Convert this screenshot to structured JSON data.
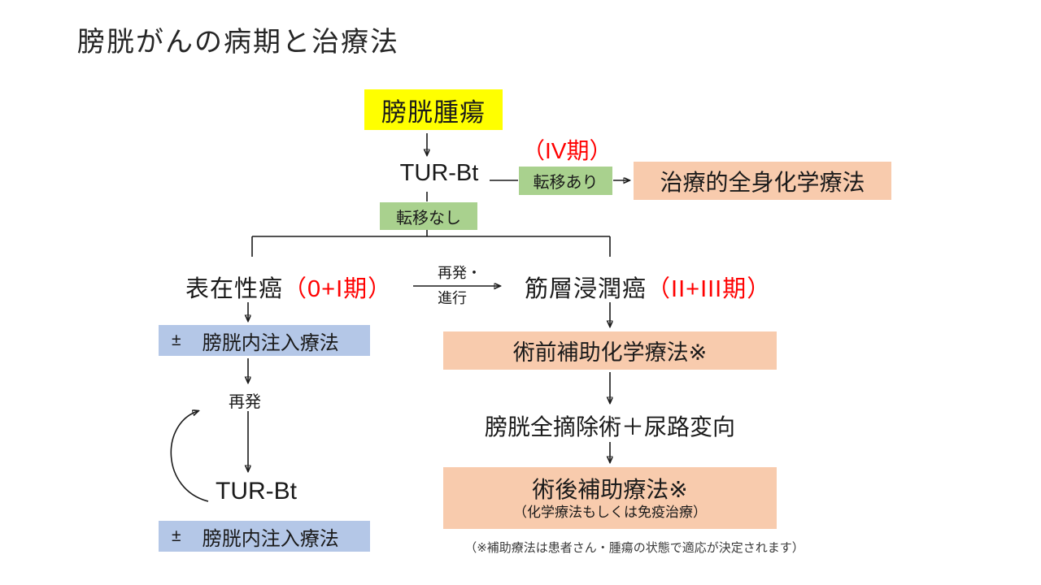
{
  "title": "膀胱がんの病期と治療法",
  "colors": {
    "highlight_yellow": "#FFFF00",
    "node_green": "#A9D18E",
    "node_orange": "#F8CBAD",
    "node_blue": "#B4C7E7",
    "stage_red": "#FF0000",
    "line_black": "#1a1a1a"
  },
  "flow": {
    "tumor": "膀胱腫瘍",
    "tur_bt_primary": "TUR-Bt",
    "stage_iv": "（IV期）",
    "metastasis_yes": "転移あり",
    "systemic_chemo": "治療的全身化学療法",
    "metastasis_no": "転移なし",
    "superficial_name": "表在性癌",
    "superficial_stage": "（0+I期）",
    "recurrence_line1": "再発・",
    "recurrence_line2": "進行",
    "invasive_name": "筋層浸潤癌",
    "invasive_stage": "（II+III期）",
    "plus_minus": "±",
    "instillation": "膀胱内注入療法",
    "recurrence": "再発",
    "tur_bt_repeat": "TUR-Bt",
    "neoadjuvant": "術前補助化学療法※",
    "cystectomy": "膀胱全摘除術＋尿路変向",
    "adjuvant": "術後補助療法※",
    "adjuvant_detail": "（化学療法もしくは免疫治療）",
    "footnote": "（※補助療法は患者さん・腫瘍の状態で適応が決定されます）"
  }
}
